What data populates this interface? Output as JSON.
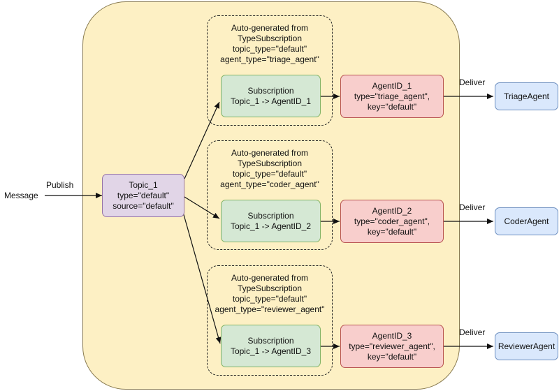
{
  "message_label": "Message",
  "publish_label": "Publish",
  "topic": {
    "lines": [
      "Topic_1",
      "type=\"default\"",
      "source=\"default\""
    ]
  },
  "groups": [
    {
      "note": [
        "Auto-generated from",
        "TypeSubscription",
        "topic_type=\"default\"",
        "agent_type=\"triage_agent\""
      ],
      "subscription": [
        "Subscription",
        "Topic_1 -> AgentID_1"
      ],
      "agent_id": [
        "AgentID_1",
        "type=\"triage_agent\",",
        "key=\"default\""
      ],
      "deliver_label": "Deliver",
      "agent": "TriageAgent"
    },
    {
      "note": [
        "Auto-generated from",
        "TypeSubscription",
        "topic_type=\"default\"",
        "agent_type=\"coder_agent\""
      ],
      "subscription": [
        "Subscription",
        "Topic_1 -> AgentID_2"
      ],
      "agent_id": [
        "AgentID_2",
        "type=\"coder_agent\",",
        "key=\"default\""
      ],
      "deliver_label": "Deliver",
      "agent": "CoderAgent"
    },
    {
      "note": [
        "Auto-generated from",
        "TypeSubscription",
        "topic_type=\"default\"",
        "agent_type=\"reviewer_agent\""
      ],
      "subscription": [
        "Subscription",
        "Topic_1 -> AgentID_3"
      ],
      "agent_id": [
        "AgentID_3",
        "type=\"reviewer_agent\",",
        "key=\"default\""
      ],
      "deliver_label": "Deliver",
      "agent": "ReviewerAgent"
    }
  ]
}
